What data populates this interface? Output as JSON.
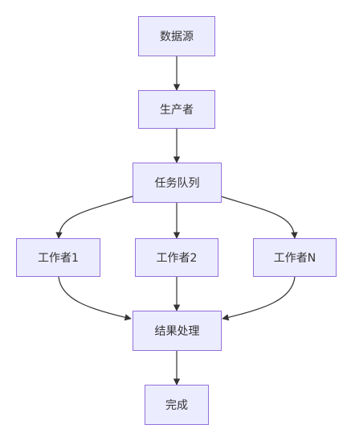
{
  "nodes": {
    "source": "数据源",
    "producer": "生产者",
    "queue": "任务队列",
    "worker1": "工作者1",
    "worker2": "工作者2",
    "workerN": "工作者N",
    "result": "结果处理",
    "done": "完成"
  },
  "colors": {
    "node_fill": "#ECECFF",
    "node_border": "#9370DB",
    "edge": "#333333",
    "text": "#333333"
  }
}
